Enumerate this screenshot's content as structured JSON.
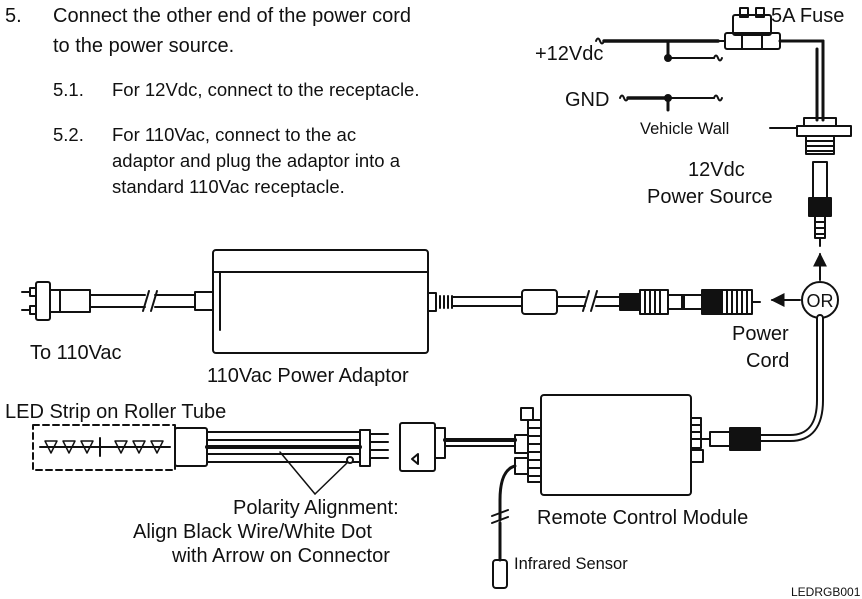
{
  "instructions": {
    "step_number": "5.",
    "step_text_line1": "Connect the other end of the power cord",
    "step_text_line2": "to the power source.",
    "sub1_number": "5.1.",
    "sub1_text": "For 12Vdc, connect to the receptacle.",
    "sub2_number": "5.2.",
    "sub2_line1": "For 110Vac, connect to the ac",
    "sub2_line2": "adaptor and plug the adaptor into a",
    "sub2_line3": "standard 110Vac receptacle."
  },
  "labels": {
    "fuse": "5A Fuse",
    "plus12": "+12Vdc",
    "gnd": "GND",
    "vehicle_wall": "Vehicle Wall",
    "source_line1": "12Vdc",
    "source_line2": "Power Source",
    "or": "OR",
    "power_cord_line1": "Power",
    "power_cord_line2": "Cord",
    "to110": "To 110Vac",
    "adaptor": "110Vac Power Adaptor",
    "led_strip": "LED Strip on Roller Tube",
    "polarity_line1": "Polarity Alignment:",
    "polarity_line2": "Align Black Wire/White Dot",
    "polarity_line3": "with Arrow on Connector",
    "remote": "Remote Control Module",
    "infrared": "Infrared Sensor",
    "drawing_code": "LEDRGB001"
  }
}
